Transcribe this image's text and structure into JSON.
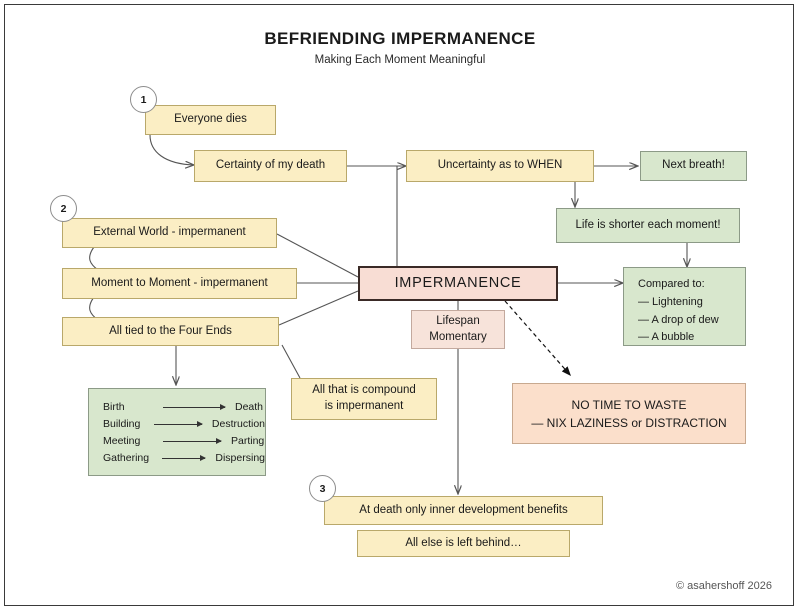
{
  "header": {
    "title": "BEFRIENDING IMPERMANENCE",
    "subtitle": "Making Each Moment Meaningful"
  },
  "footer": {
    "credit": "© asahershoff 2026"
  },
  "markers": {
    "one": "1",
    "two": "2",
    "three": "3"
  },
  "nodes": {
    "everyone_dies": "Everyone dies",
    "certainty": "Certainty of my death",
    "uncertainty": "Uncertainty as to WHEN",
    "next_breath": "Next breath!",
    "life_shorter": "Life is shorter each moment!",
    "external_world": "External World - impermanent",
    "moment_to_moment": "Moment to Moment - impermanent",
    "four_ends": "All tied to the Four Ends",
    "impermanence": "IMPERMANENCE",
    "lifespan_line1": "Lifespan",
    "lifespan_line2": "Momentary",
    "compound_line1": "All that is compound",
    "compound_line2": "is impermanent",
    "no_time_line1": "NO TIME TO WASTE",
    "no_time_line2": "— NIX LAZINESS or DISTRACTION",
    "at_death": "At death only inner development benefits",
    "all_else": "All else is left behind…"
  },
  "compared_to": {
    "heading": "Compared to:",
    "items": [
      "— Lightening",
      "— A drop of dew",
      "— A bubble"
    ]
  },
  "four_ends_pairs": [
    {
      "from": "Birth",
      "to": "Death"
    },
    {
      "from": "Building",
      "to": "Destruction"
    },
    {
      "from": "Meeting",
      "to": "Parting"
    },
    {
      "from": "Gathering",
      "to": "Dispersing"
    }
  ],
  "colors": {
    "yellow_fill": "#fbeec4",
    "yellow_border": "#b9a86a",
    "green_fill": "#d8e7cd",
    "green_border": "#8c9a87",
    "pink_fill": "#f8ddd4",
    "pink_border": "#3a2a26",
    "peach_fill": "#fbdfcb",
    "peach_border": "#c8a98f",
    "edge_stroke": "#555555",
    "frame_border": "#3a3a3a"
  }
}
